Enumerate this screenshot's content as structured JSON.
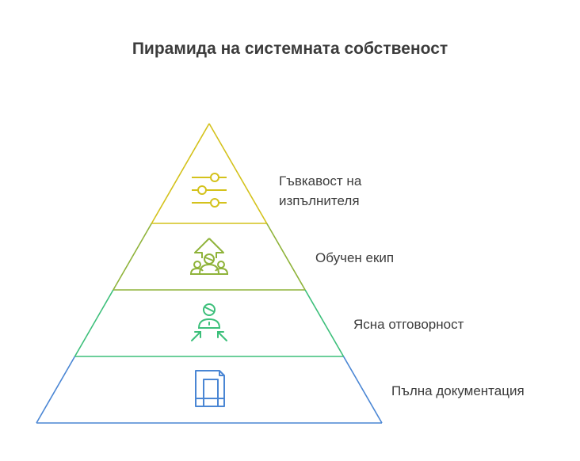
{
  "title": "Пирамида на системната собственост",
  "tiers": [
    {
      "label_line1": "Гъвкавост на",
      "label_line2": "изпълнителя",
      "icon": "sliders-icon",
      "color": "#d4c21c"
    },
    {
      "label_line1": "Обучен екип",
      "icon": "team-growth-icon",
      "color": "#8fb33a"
    },
    {
      "label_line1": "Ясна отговорност",
      "icon": "person-accountability-icon",
      "color": "#3cbf7a"
    },
    {
      "label_line1": "Пълна документация",
      "icon": "documents-icon",
      "color": "#4a86d4"
    }
  ]
}
